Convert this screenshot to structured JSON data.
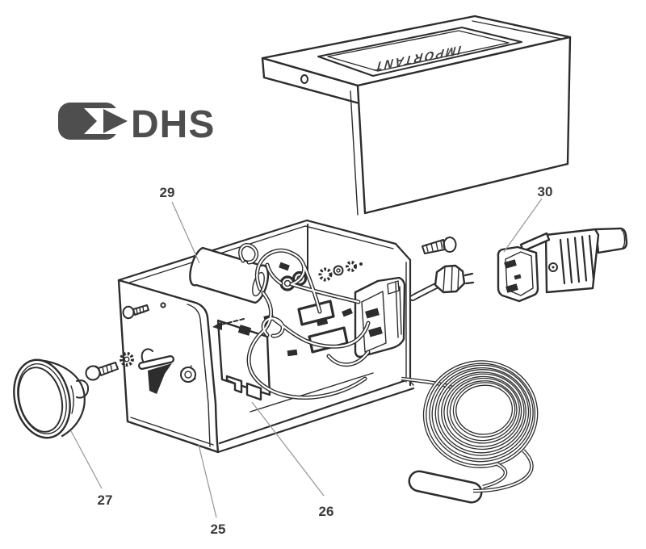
{
  "logo": {
    "text": "DHS"
  },
  "cover": {
    "label": "IMPORTANT"
  },
  "parts": [
    {
      "number": "25"
    },
    {
      "number": "26"
    },
    {
      "number": "27"
    },
    {
      "number": "29"
    },
    {
      "number": "30"
    }
  ],
  "colors": {
    "background": "#ffffff",
    "line": "#2d2d2d",
    "logo": "#4e4e4e",
    "leader": "#9a9a9a",
    "label": "#3a3a3a"
  }
}
